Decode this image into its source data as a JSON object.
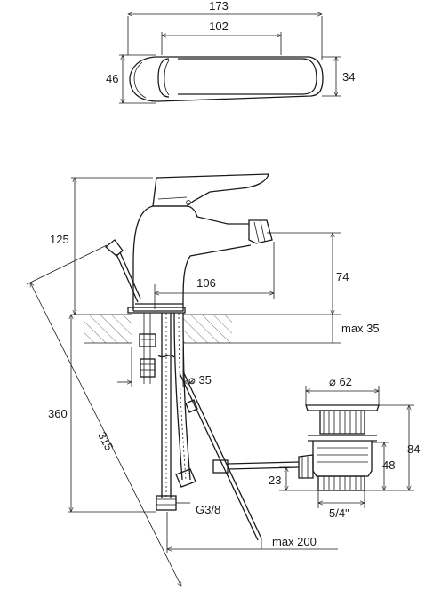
{
  "dimensions": {
    "top_overall_length": "173",
    "top_handle_length": "102",
    "top_body_width": "46",
    "top_handle_width": "34",
    "spout_height": "125",
    "outlet_height": "74",
    "spout_reach": "106",
    "mount_thickness": "max 35",
    "hole_diameter": "⌀ 35",
    "total_height": "360",
    "rod_length": "315",
    "connection_thread": "G3/8",
    "rod_max": "max 200",
    "waste_diameter": "⌀ 62",
    "waste_height": "84",
    "waste_body_height": "48",
    "waste_offset": "23",
    "waste_thread": "5/4\""
  }
}
